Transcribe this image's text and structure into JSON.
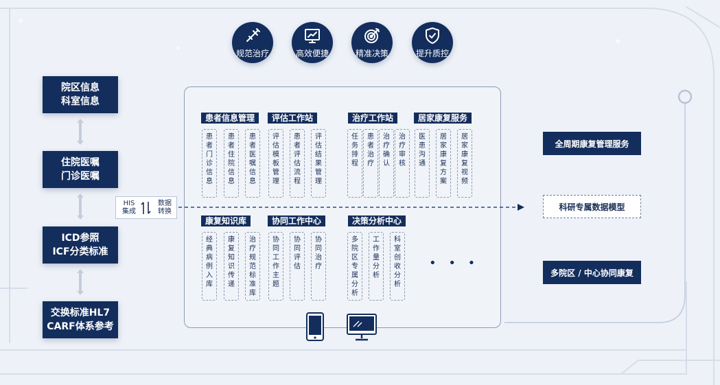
{
  "top_icons": [
    {
      "label": "规范治疗",
      "icon": "syringe-icon"
    },
    {
      "label": "高效便捷",
      "icon": "chart-board-icon"
    },
    {
      "label": "精准决策",
      "icon": "target-icon"
    },
    {
      "label": "提升质控",
      "icon": "shield-check-icon"
    }
  ],
  "left_boxes": [
    [
      "院区信息",
      "科室信息"
    ],
    [
      "住院医嘱",
      "门诊医嘱"
    ],
    [
      "ICD参照",
      "ICF分类标准"
    ],
    [
      "交换标准HL7",
      "CARF体系参考"
    ]
  ],
  "his": {
    "left": [
      "HIS",
      "集成"
    ],
    "right": [
      "数据",
      "转换"
    ]
  },
  "sections_top": [
    {
      "title": "患者信息管理",
      "cells": [
        "患者门诊信息",
        "患者住院信息",
        "患者医嘱信息"
      ]
    },
    {
      "title": "评估工作站",
      "cells": [
        "评估模板管理",
        "患者评估流程",
        "评估结果管理"
      ]
    },
    {
      "title": "治疗工作站",
      "cells": [
        "任务排程",
        "患者治疗",
        "治疗确认",
        "治疗审核"
      ]
    },
    {
      "title": "居家康复服务",
      "cells": [
        "医患沟通",
        "居家康复方案",
        "居家康复视频"
      ]
    }
  ],
  "sections_bottom": [
    {
      "title": "康复知识库",
      "cells": [
        "经典病例入库",
        "康复知识传递",
        "治疗规范标准库"
      ]
    },
    {
      "title": "协同工作中心",
      "cells": [
        "协同工作主题",
        "协同评估",
        "协同治疗"
      ]
    },
    {
      "title": "决策分析中心",
      "cells": [
        "多院区专属分析",
        "工作量分析",
        "科室创收分析"
      ]
    }
  ],
  "ellipsis": "• • •",
  "right_boxes": {
    "top": "全周期康复管理服务",
    "middle": "科研专属数据模型",
    "bottom": "多院区 / 中心协同康复"
  },
  "devices": [
    "mobile-phone-icon",
    "desktop-monitor-icon"
  ],
  "colors": {
    "navy": "#132d5c",
    "background": "#eef2f8",
    "dashed": "#8e9ab0"
  }
}
